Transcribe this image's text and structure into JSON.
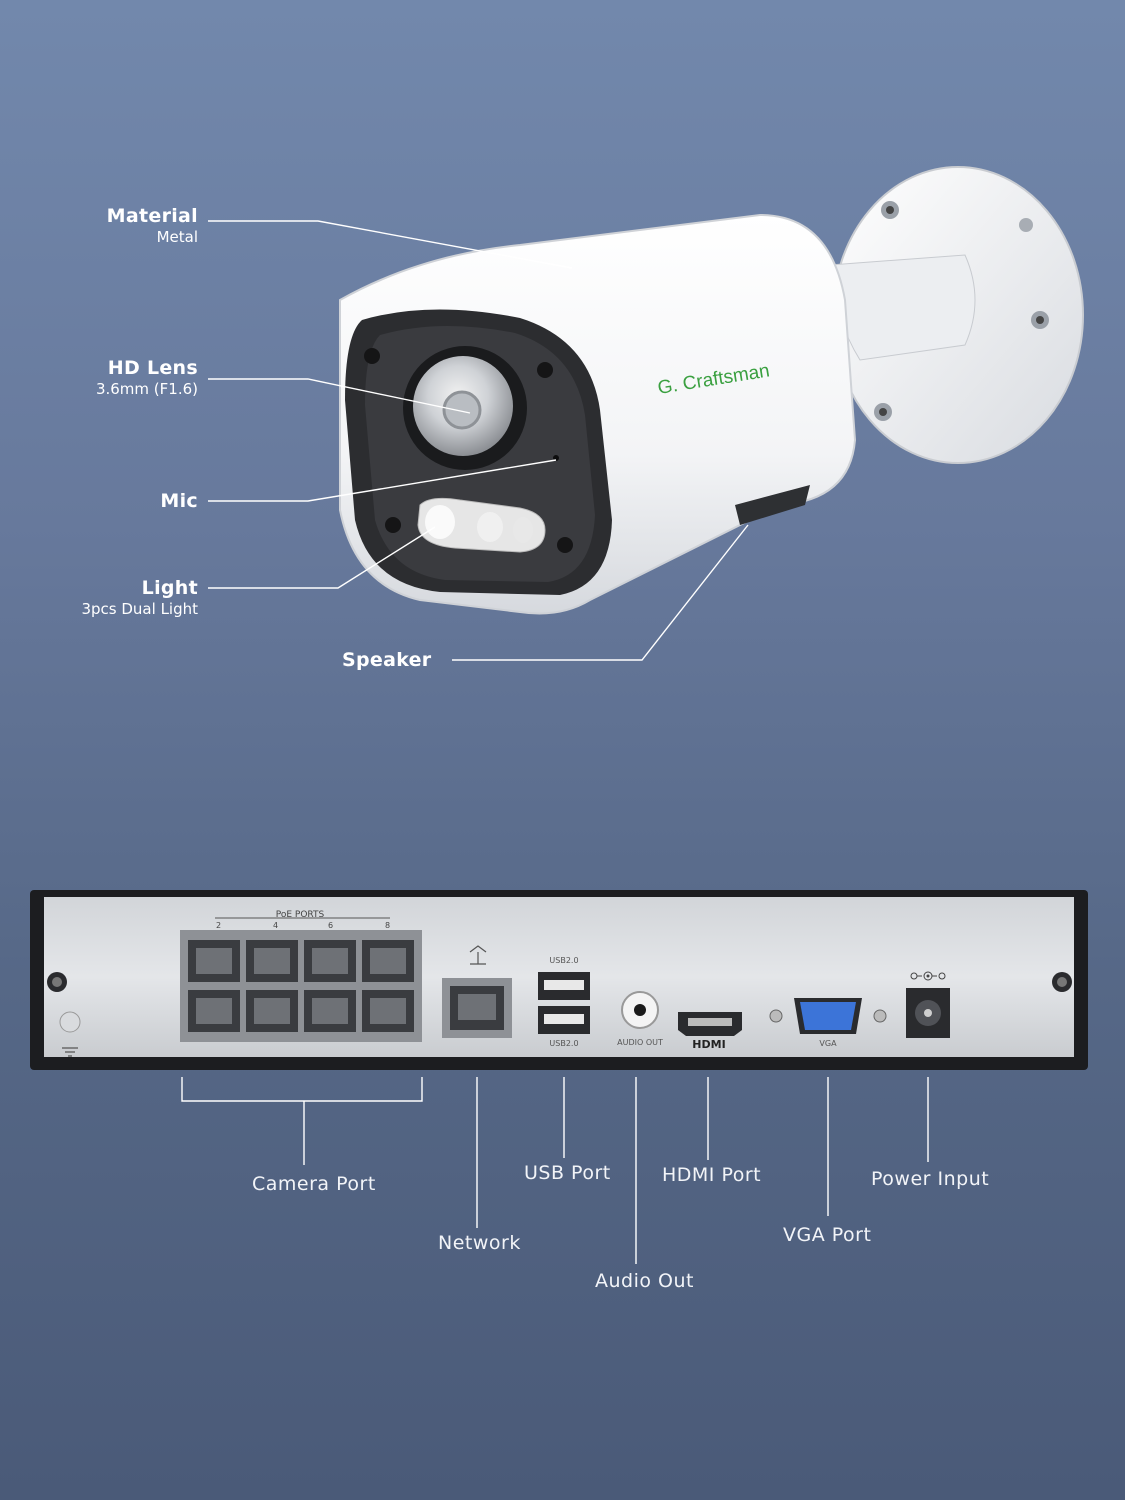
{
  "camera": {
    "brand": "G. Craftsman",
    "callouts": {
      "material": {
        "title": "Material",
        "sub": "Metal"
      },
      "lens": {
        "title": "HD Lens",
        "sub": "3.6mm (F1.6)"
      },
      "mic": {
        "title": "Mic"
      },
      "light": {
        "title": "Light",
        "sub": "3pcs Dual Light"
      },
      "speaker": {
        "title": "Speaker"
      }
    }
  },
  "nvr": {
    "panel_labels": {
      "poe_ports": "PoE PORTS",
      "poe_numbers": [
        "2",
        "4",
        "6",
        "8"
      ],
      "usb_top": "USB2.0",
      "usb_bottom": "USB2.0",
      "audio_out": "AUDIO OUT",
      "hdmi": "HDMI",
      "vga": "VGA"
    },
    "ports": {
      "camera": "Camera Port",
      "network": "Network",
      "usb": "USB Port",
      "audio": "Audio Out",
      "hdmi": "HDMI Port",
      "vga": "VGA Port",
      "power": "Power Input"
    }
  },
  "colors": {
    "background": "#6a7ea3",
    "brand_text": "#3aa040",
    "vga_blue": "#3c74d8"
  }
}
